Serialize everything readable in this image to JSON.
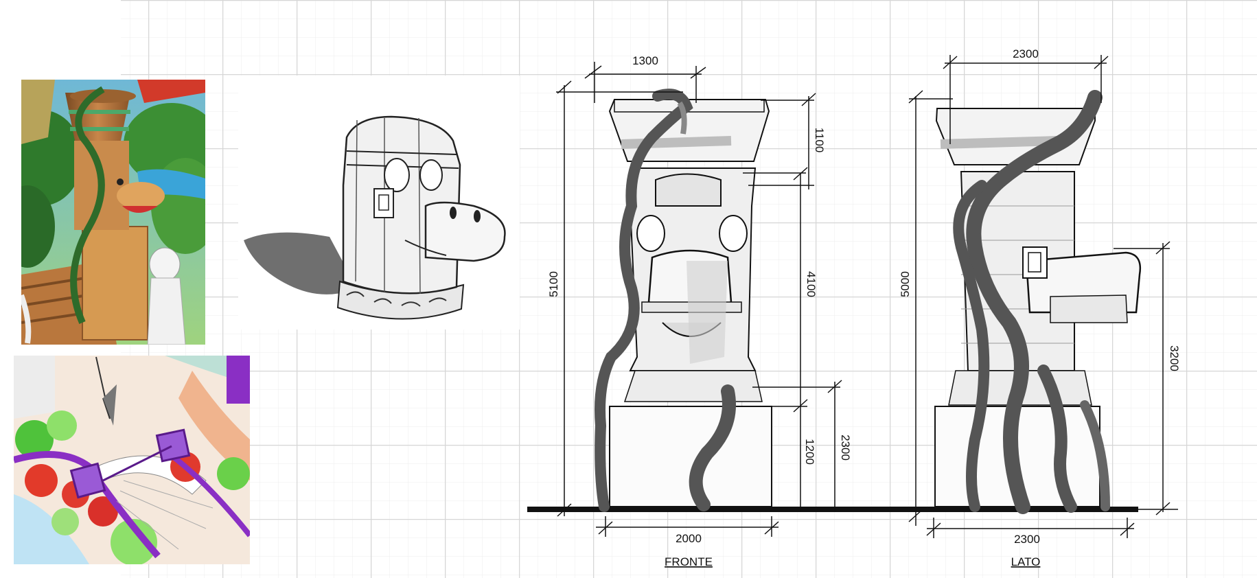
{
  "front_view": {
    "label": "FRONTE",
    "dimensions": {
      "top_width": "1300",
      "total_height": "5100",
      "cap_height": "1100",
      "head_height": "4100",
      "lower_height": "2300",
      "base_height": "1200",
      "base_width": "2000"
    }
  },
  "side_view": {
    "label": "LATO",
    "dimensions": {
      "top_width": "2300",
      "total_height": "5000",
      "snout_height": "3200",
      "base_width": "2300"
    }
  },
  "panels": {
    "render": {
      "name": "concept-render"
    },
    "sketch": {
      "name": "3d-sketch"
    },
    "plan": {
      "name": "site-plan"
    }
  },
  "colors": {
    "grid": "#e3e3e3",
    "grid_major": "#d2d2d2",
    "ink": "#111111",
    "vine_dark": "#555555",
    "stone_shade": "#c9c9c9",
    "magenta": "#8a2fc4"
  }
}
